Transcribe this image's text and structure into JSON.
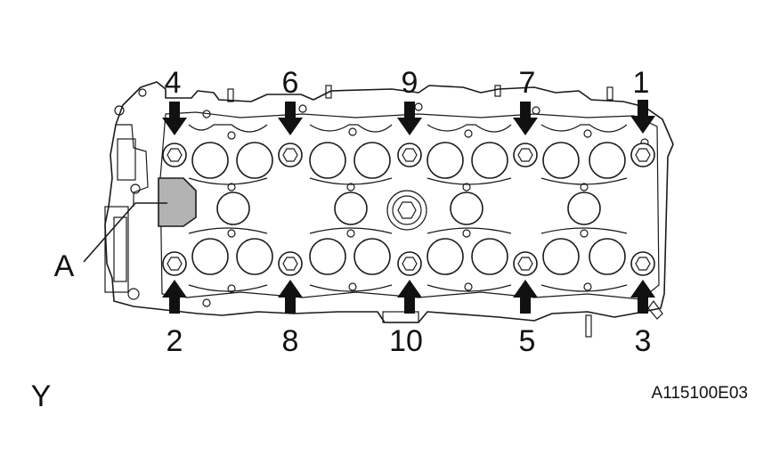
{
  "figure": {
    "view_label": "Y",
    "part_label": "A",
    "code": "A115100E03",
    "bolt_sequence": {
      "top": [
        "4",
        "6",
        "9",
        "7",
        "1"
      ],
      "bottom": [
        "2",
        "8",
        "10",
        "5",
        "3"
      ]
    },
    "colors": {
      "line": "#1a1a1a",
      "part_a_fill": "#b3b3b3",
      "arrow": "#111111"
    }
  }
}
